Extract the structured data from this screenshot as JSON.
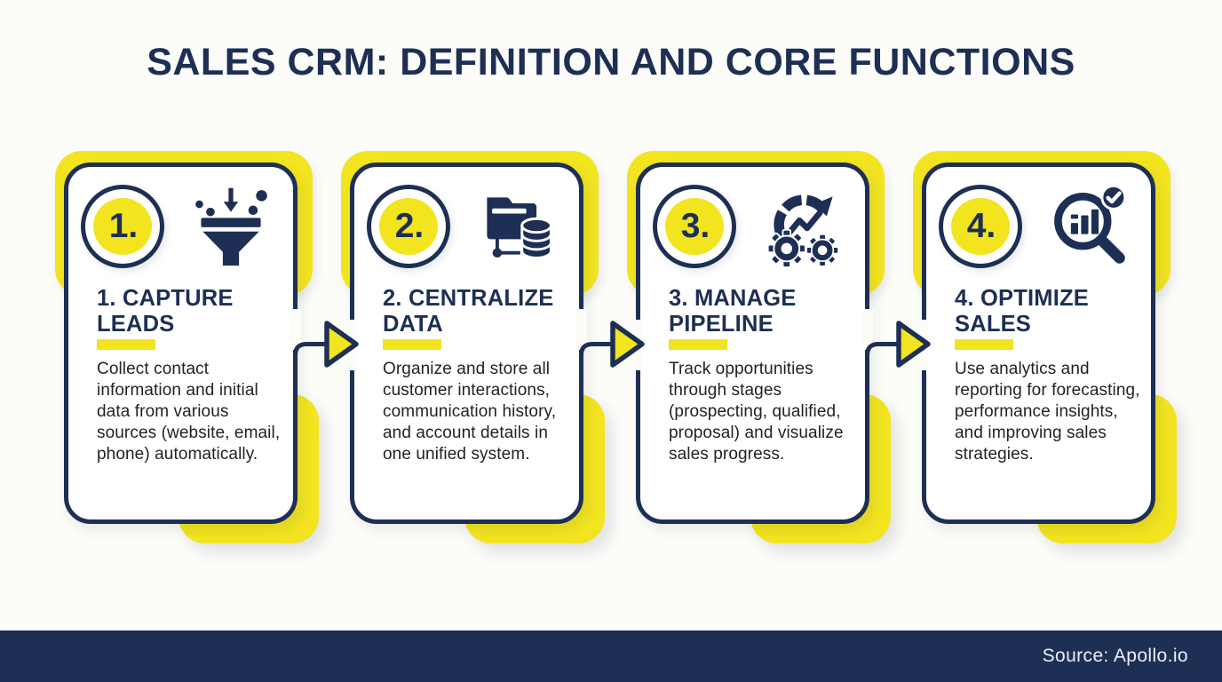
{
  "title": "SALES CRM: DEFINITION AND CORE FUNCTIONS",
  "colors": {
    "navy": "#1d2f54",
    "yellow": "#f2e41f",
    "background": "#fcfcf9",
    "body_text": "#1e2126",
    "footer_text": "#ecf0f5"
  },
  "cards": [
    {
      "number": "1.",
      "icon": "funnel-capture-icon",
      "title": "1. CAPTURE LEADS",
      "description": "Collect contact information and initial data from various sources (website, email, phone) automatically."
    },
    {
      "number": "2.",
      "icon": "folder-database-icon",
      "title": "2. CENTRALIZE DATA",
      "description": "Organize and store all customer interactions, communication history, and account details in one unified system."
    },
    {
      "number": "3.",
      "icon": "gauge-gears-icon",
      "title": "3. MANAGE PIPELINE",
      "description": "Track opportunities through stages (prospecting, qualified, proposal) and visualize sales progress."
    },
    {
      "number": "4.",
      "icon": "magnifier-analytics-icon",
      "title": "4. OPTIMIZE SALES",
      "description": "Use analytics and reporting for forecasting, performance insights, and improving sales strategies."
    }
  ],
  "footer": {
    "source": "Source: Apollo.io"
  }
}
